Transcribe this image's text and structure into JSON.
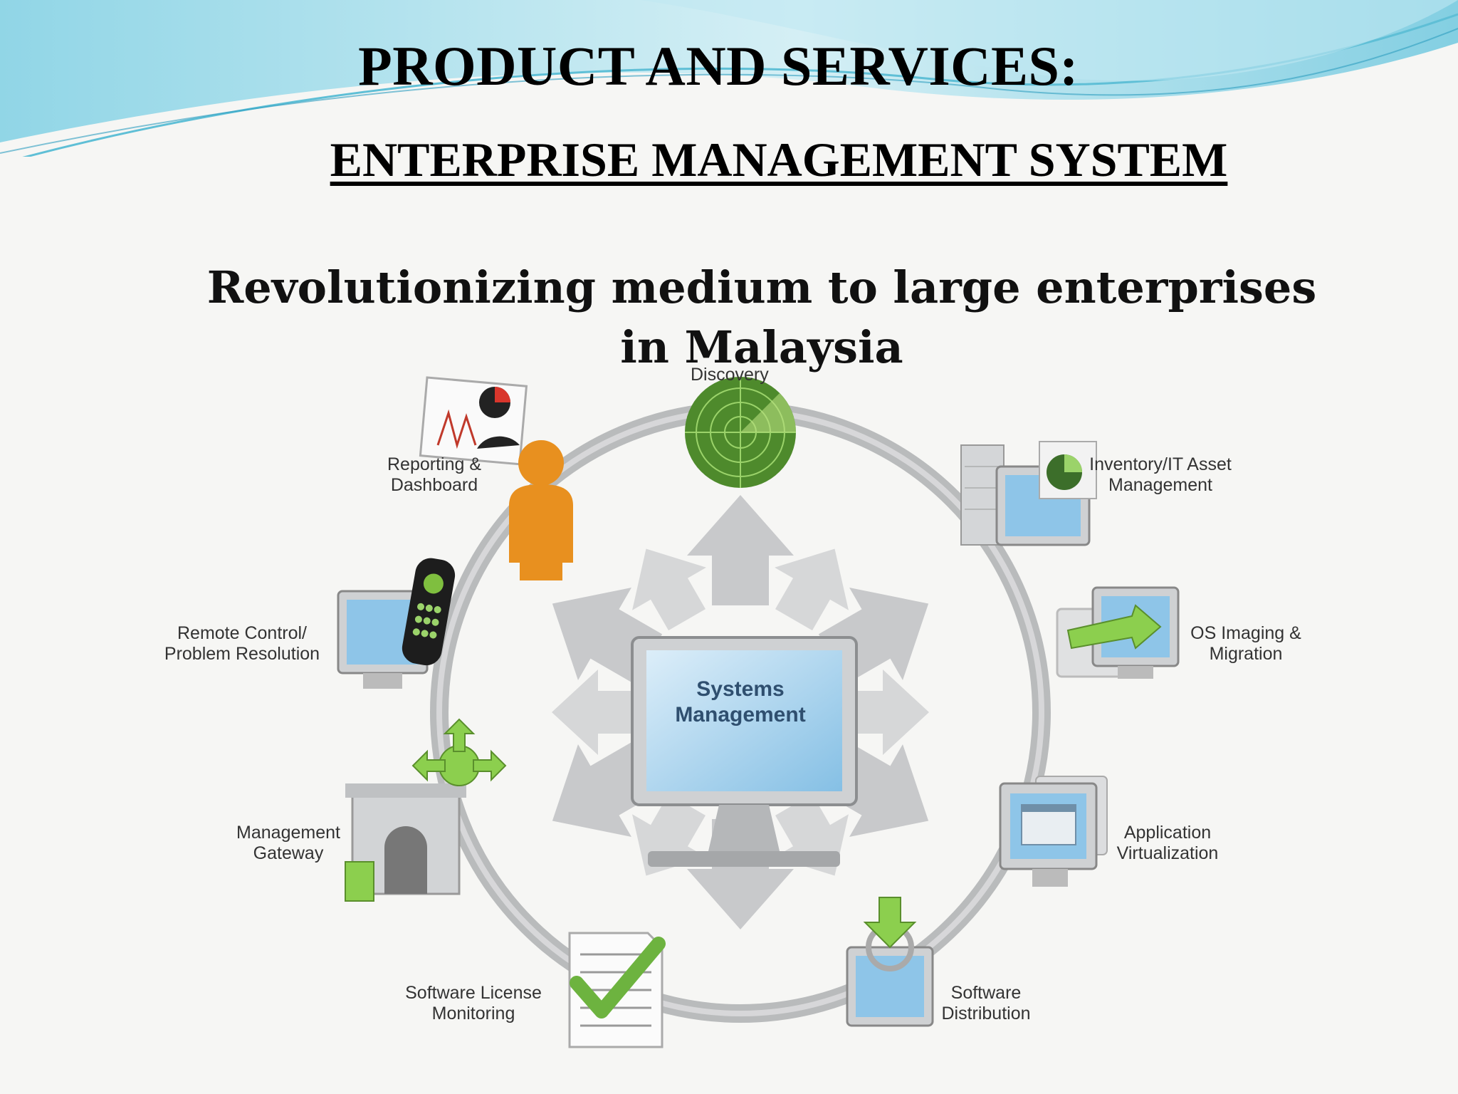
{
  "slide": {
    "title": "PRODUCT AND SERVICES:",
    "subtitle": "ENTERPRISE MANAGEMENT SYSTEM",
    "tagline": "Revolutionizing medium to large enterprises in Malaysia"
  },
  "diagram": {
    "center_label": "Systems Management",
    "nodes": [
      {
        "id": "discovery",
        "label": "Discovery",
        "icon": "radar-icon"
      },
      {
        "id": "inventory",
        "label": "Inventory/IT Asset Management",
        "icon": "server-monitor-icon"
      },
      {
        "id": "os-imaging",
        "label": "OS Imaging & Migration",
        "icon": "monitor-transfer-icon"
      },
      {
        "id": "app-virt",
        "label": "Application Virtualization",
        "icon": "monitor-window-icon"
      },
      {
        "id": "sw-dist",
        "label": "Software Distribution",
        "icon": "monitor-download-icon"
      },
      {
        "id": "sw-license",
        "label": "Software License Monitoring",
        "icon": "document-check-icon"
      },
      {
        "id": "mgmt-gateway",
        "label": "Management Gateway",
        "icon": "gateway-icon"
      },
      {
        "id": "remote-control",
        "label": "Remote Control/ Problem Resolution",
        "icon": "monitor-remote-icon"
      },
      {
        "id": "reporting",
        "label": "Reporting & Dashboard",
        "icon": "person-chart-icon"
      }
    ]
  },
  "colors": {
    "ring": "#b9bbbc",
    "arrow": "#c8c9cb",
    "screen": "#8ec5e8",
    "accent_green": "#7bb63a",
    "accent_orange": "#e8901f",
    "wave_blue": "#8fd3e6"
  }
}
